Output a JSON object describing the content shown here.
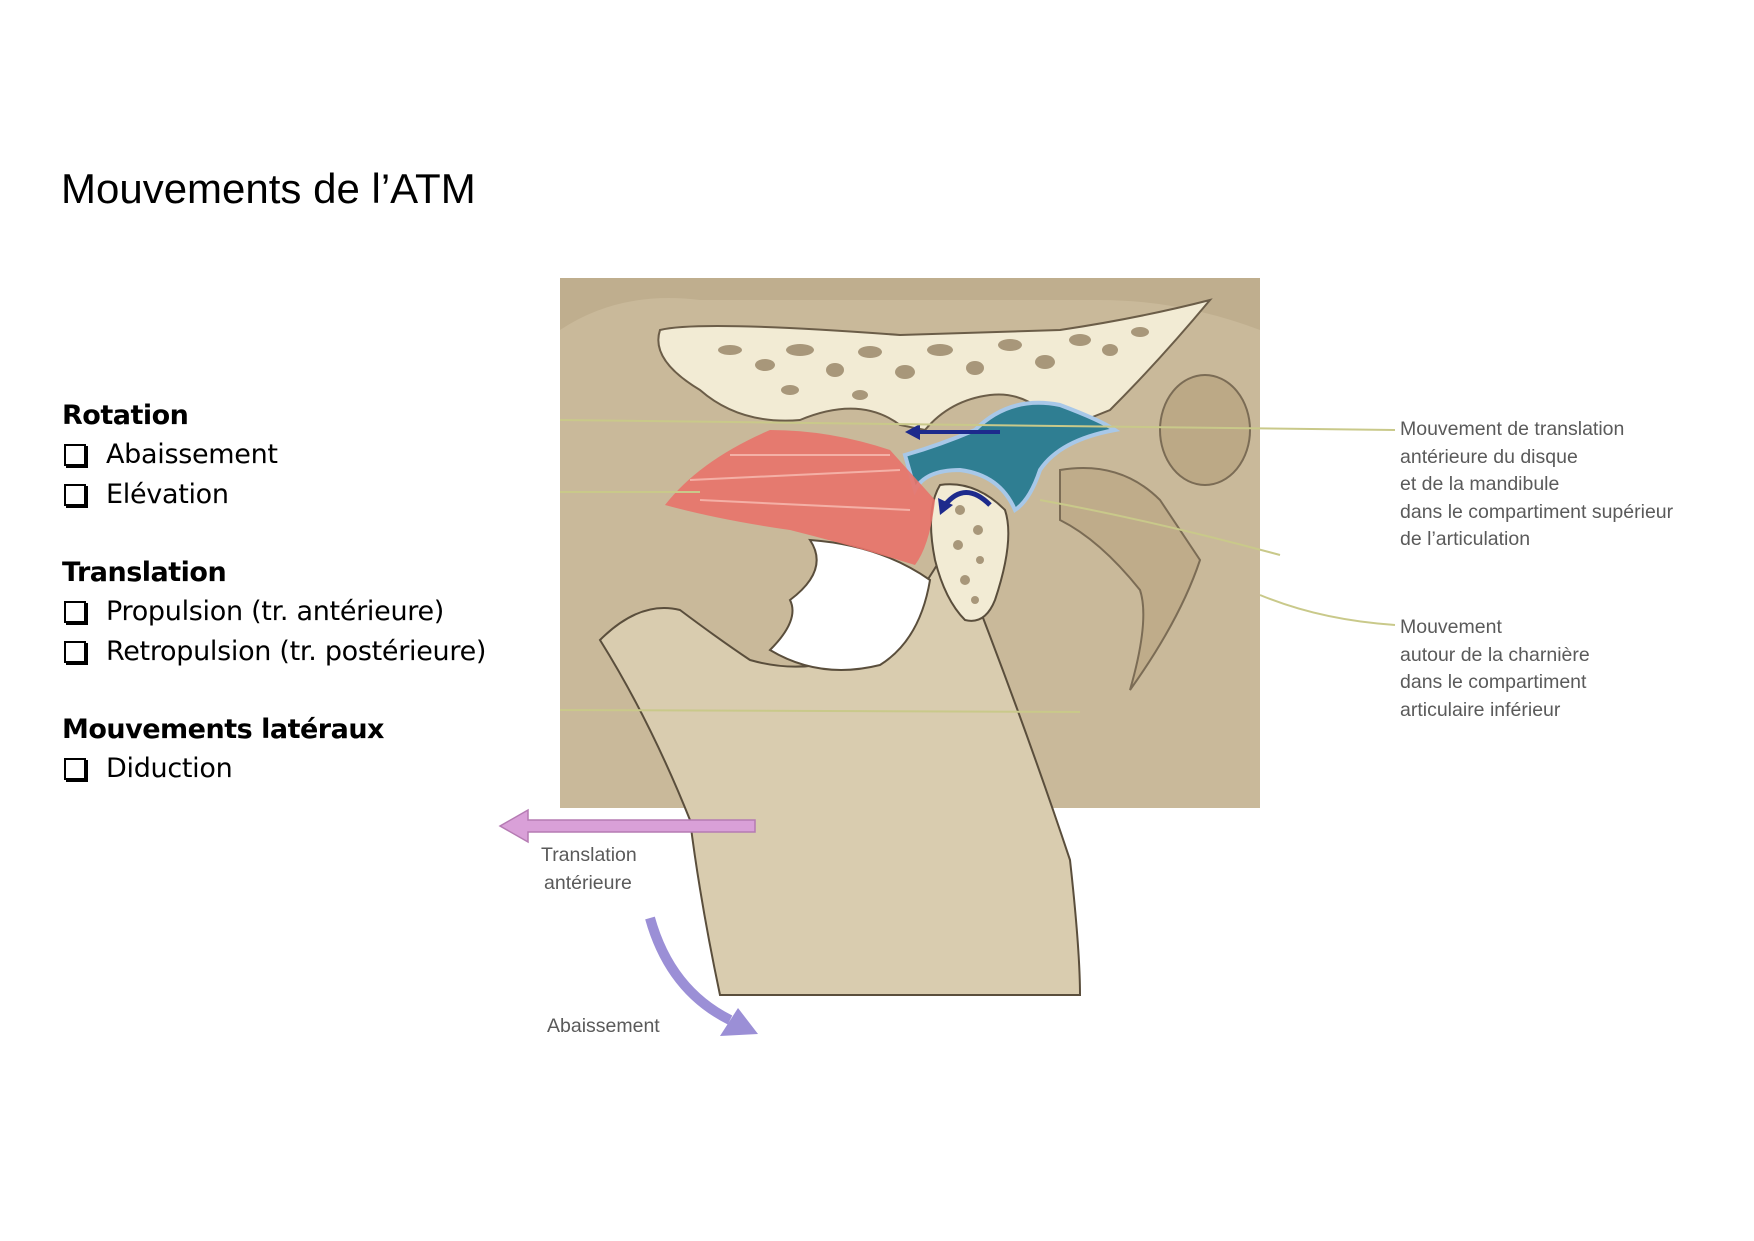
{
  "slide": {
    "title": "Mouvements de l’ATM",
    "sections": [
      {
        "heading": "Rotation",
        "items": [
          "Abaissement",
          "Elévation"
        ]
      },
      {
        "heading": "Translation",
        "items": [
          "Propulsion (tr. antérieure)",
          "Retropulsion (tr. postérieure)"
        ]
      },
      {
        "heading": "Mouvements latéraux",
        "items": [
          "Diduction"
        ]
      }
    ]
  },
  "figure": {
    "label_upper": [
      "Mouvement de translation",
      "antérieure du disque",
      "et de la mandibule",
      "dans le compartiment supérieur",
      "de l’articulation"
    ],
    "label_lower": [
      "Mouvement",
      "autour de la charnière",
      "dans le compartiment",
      "articulaire inférieur"
    ],
    "arrow_translation": [
      "Translation",
      "antérieure"
    ],
    "arrow_abaissement": "Abaissement",
    "colors": {
      "bone": "#d9ccaf",
      "cancellous": "#f3ecd6",
      "disc": "#2f7e92",
      "muscle": "#e8736a",
      "translation_arrow": "#d9a0d8",
      "abaissement_arrow": "#9b8fd6",
      "motion_arrow": "#1d2a8c",
      "leader_line": "#c9c98a"
    }
  }
}
